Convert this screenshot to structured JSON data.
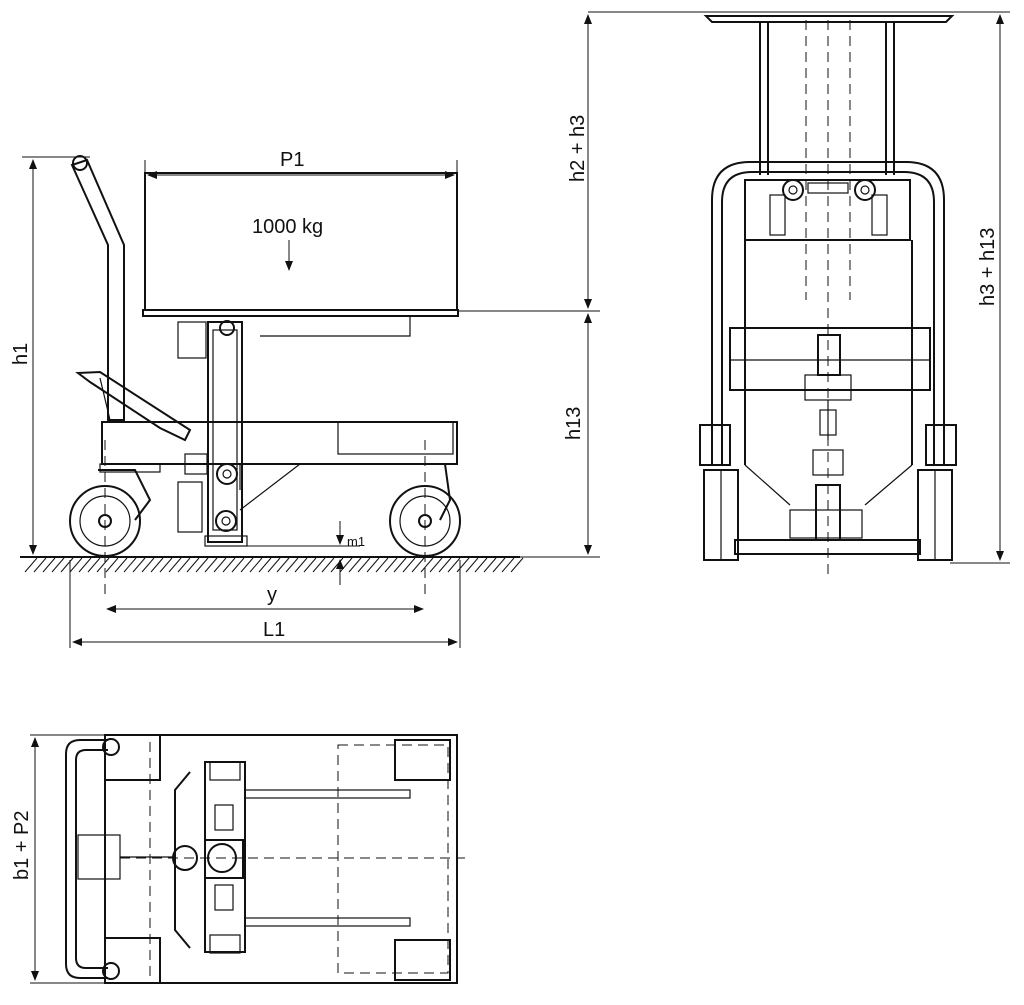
{
  "labels": {
    "p1": "P1",
    "load": "1000 kg",
    "h1": "h1",
    "h13": "h13",
    "m1": "m1",
    "y": "y",
    "l1": "L1",
    "h2_h3": "h2 + h3",
    "h3_h13": "h3 + h13",
    "b1_p2": "b1 + P2"
  }
}
